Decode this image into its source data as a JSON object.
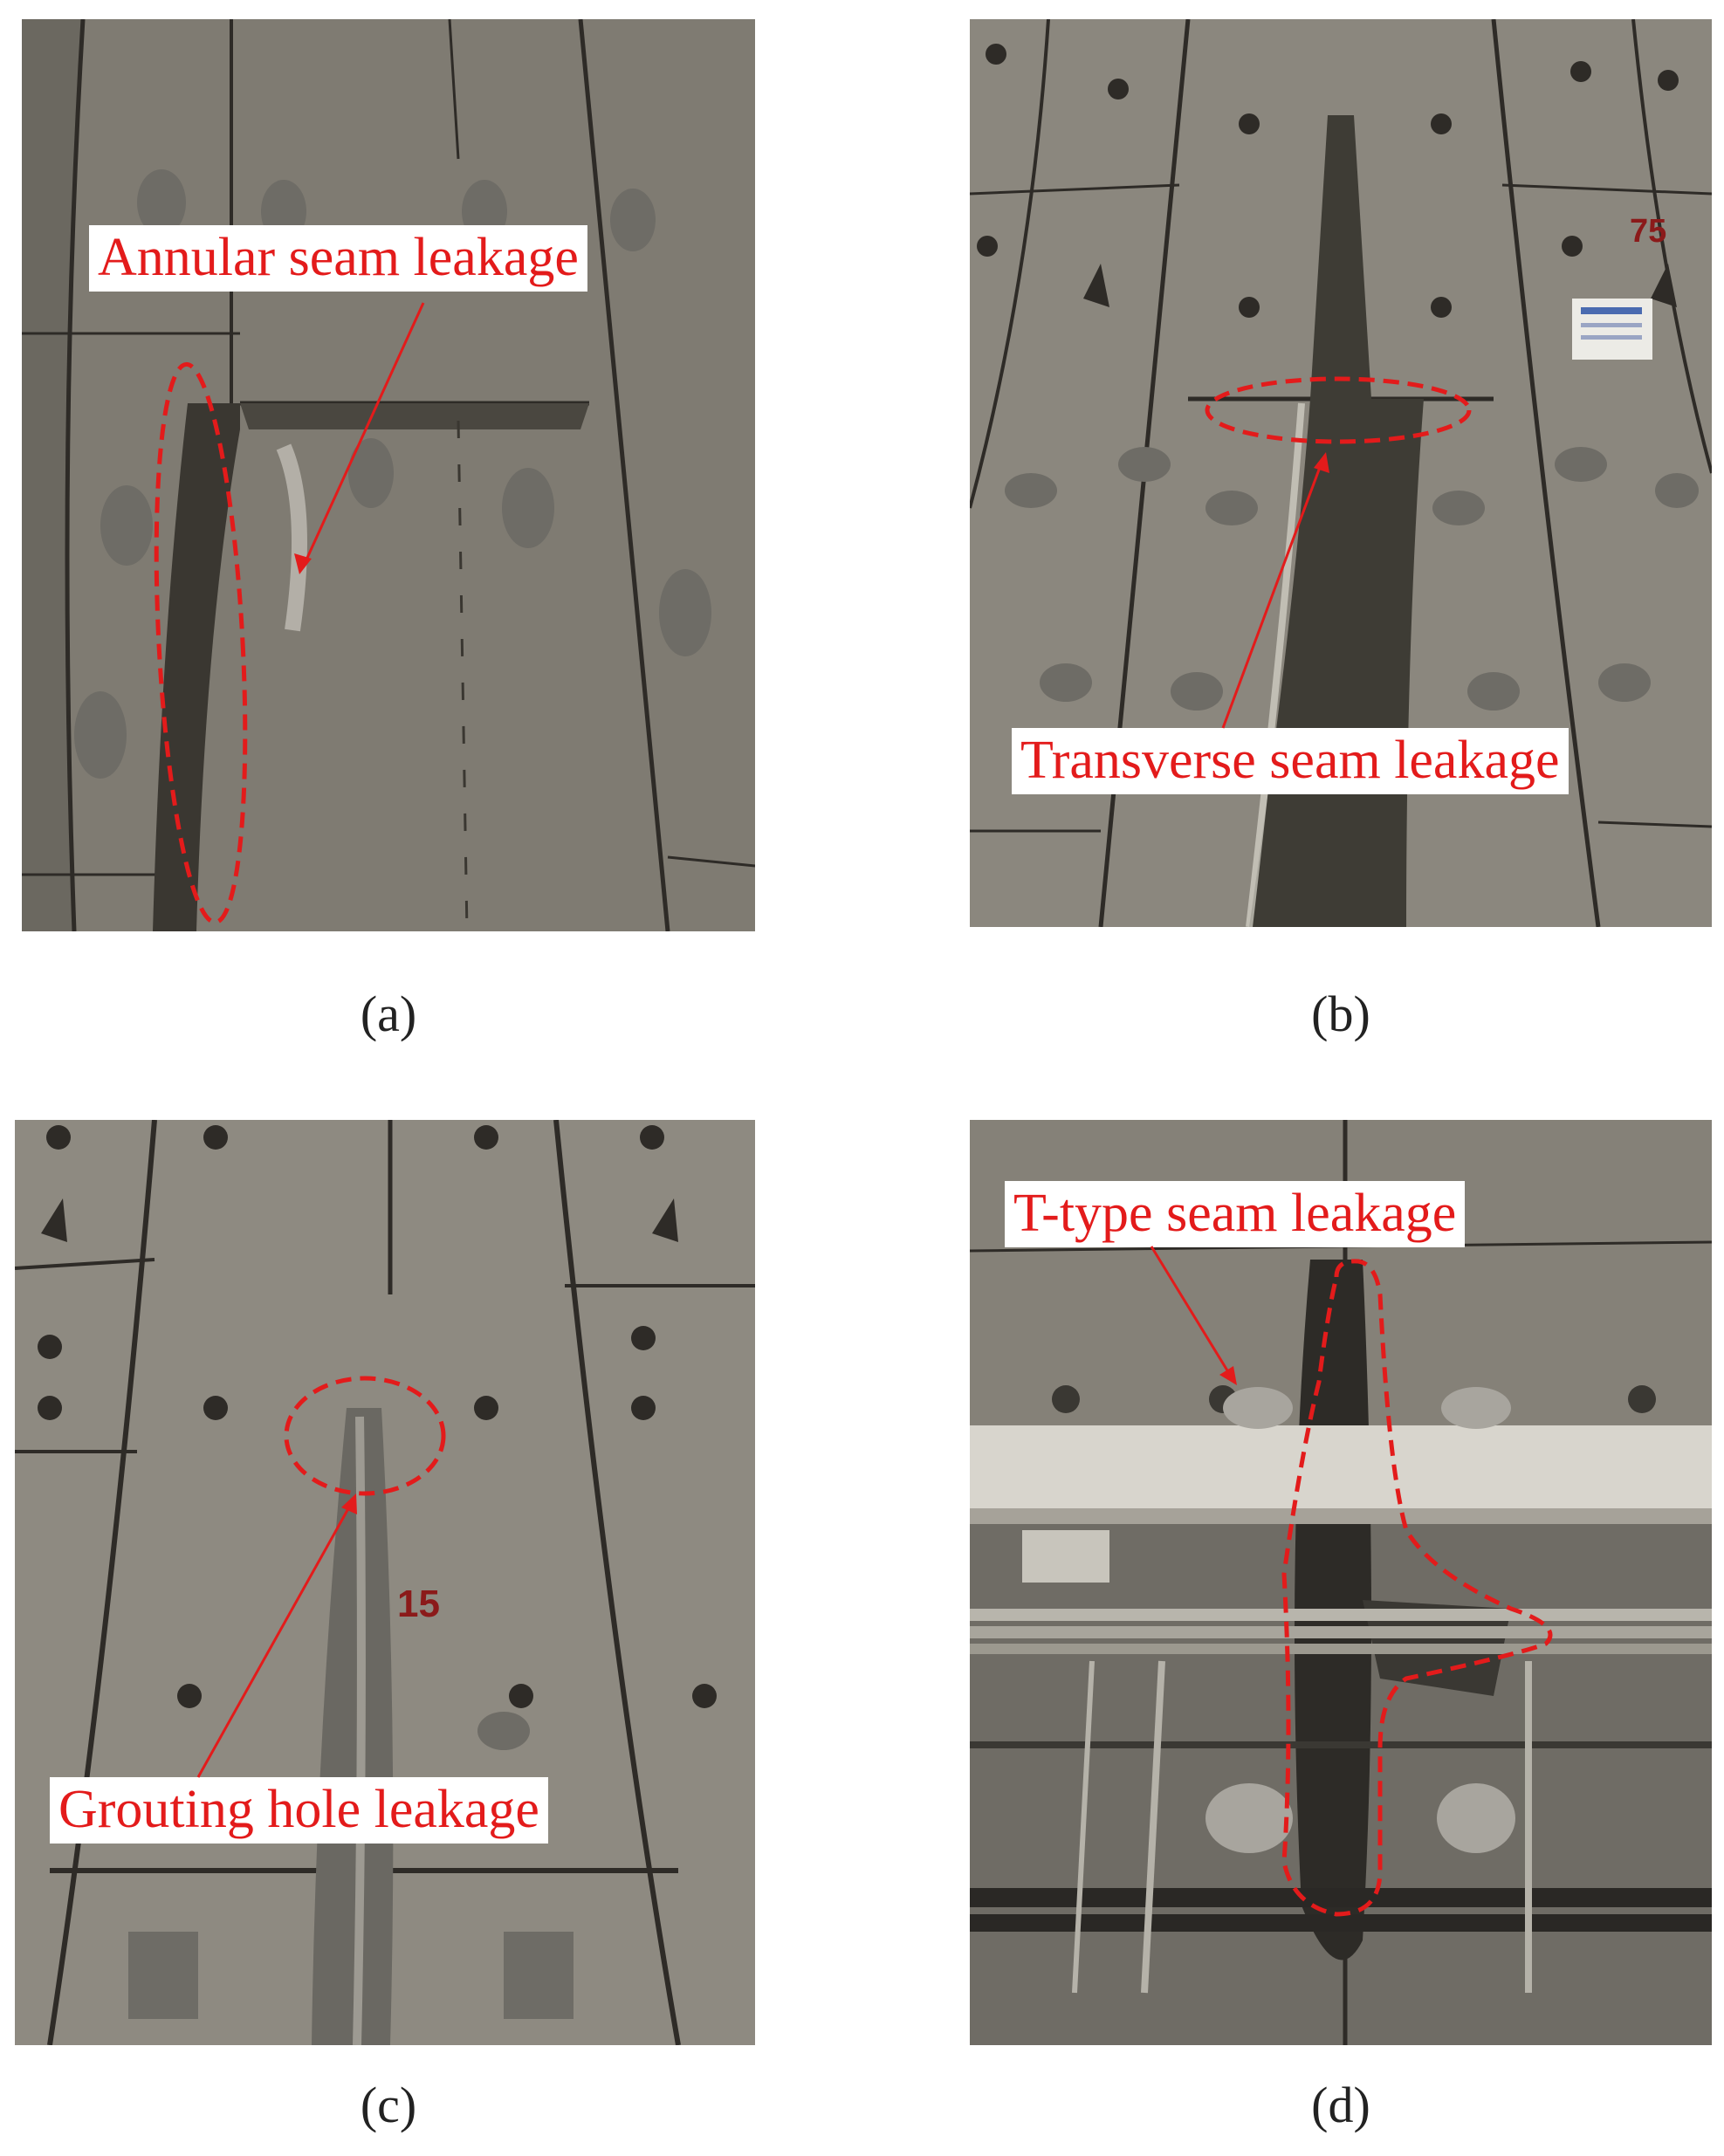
{
  "panels": [
    {
      "id": "a",
      "caption": "(a)",
      "label": "Annular seam leakage"
    },
    {
      "id": "b",
      "caption": "(b)",
      "label": "Transverse seam leakage",
      "segment_number": "75"
    },
    {
      "id": "c",
      "caption": "(c)",
      "label": "Grouting hole  leakage",
      "segment_number": "15"
    },
    {
      "id": "d",
      "caption": "(d)",
      "label": "T-type seam leakage"
    }
  ],
  "colors": {
    "annotation": "#e31b1b",
    "concrete": "#8a867d",
    "seam": "#2b2824",
    "leak": "#3b3a33"
  }
}
